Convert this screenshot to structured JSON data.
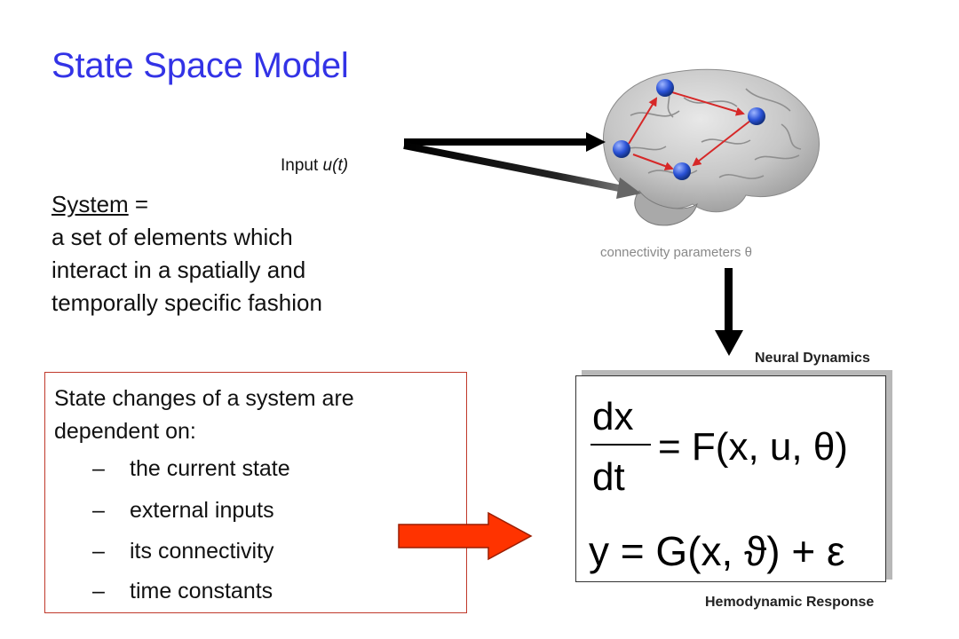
{
  "title": "State Space Model",
  "input_label": {
    "text": "Input ",
    "var": "u(t)"
  },
  "system_definition": {
    "term": "System",
    "equals": " =",
    "lines": [
      "a set of elements which",
      "interact in a spatially and",
      "temporally specific fashion"
    ]
  },
  "connectivity_label": "connectivity parameters θ",
  "neural_label": "Neural Dynamics",
  "hemodynamic_label": "Hemodynamic Response",
  "state_changes": {
    "intro": "State changes of a system are dependent on:",
    "dash": "–",
    "bullets": [
      "the current state",
      "external inputs",
      "its connectivity",
      "time constants"
    ]
  },
  "equations": {
    "numerator": "dx",
    "denominator": "dt",
    "eq1_rhs": "= F(x, u, θ)",
    "eq2": "y = G(x, ϑ) + ε"
  },
  "colors": {
    "title": "#3333e6",
    "box_border": "#c0392b",
    "red_arrow": "#ff3300",
    "node_blue": "#2a52d6",
    "brain_gray": "#c9c9c9",
    "connection_red": "#d62828"
  },
  "icons": {
    "brain": "brain-illustration",
    "arrow": "arrow-right"
  }
}
